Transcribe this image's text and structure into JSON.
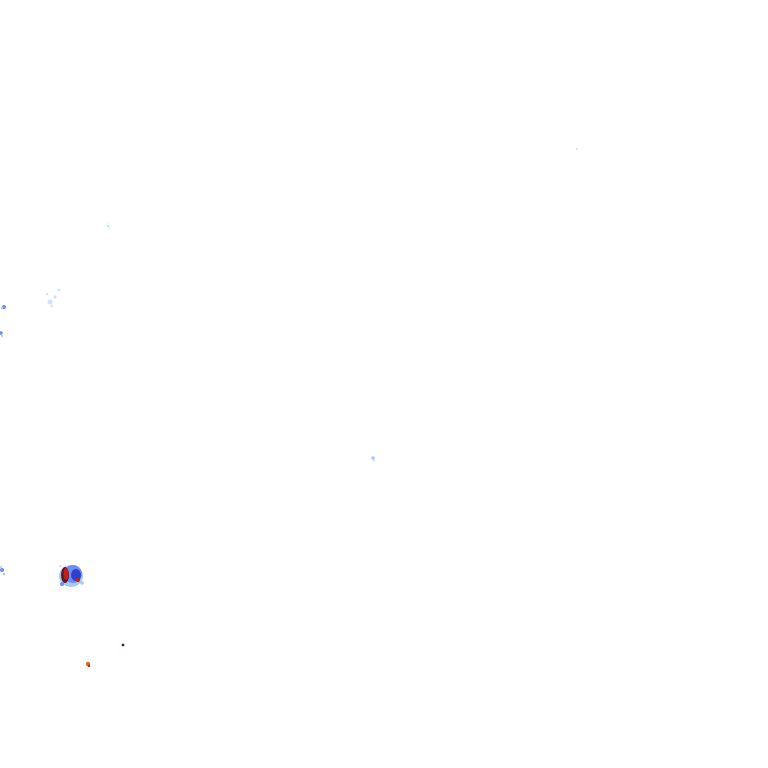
{
  "legend_colors": {
    "very_light": "#cfe3f7",
    "light": "#a9c9f2",
    "moderate": "#6f8ff0",
    "heavy_blue": "#2f3fd0",
    "deep": "#5a1a2a",
    "heavy_red": "#c0201a",
    "orange": "#e06a1a"
  },
  "echoes": [
    {
      "level": "light"
    },
    {
      "level": "very_light"
    },
    {
      "level": "light"
    },
    {
      "level": "moderate"
    },
    {
      "level": "moderate"
    },
    {
      "level": "light"
    },
    {
      "level": "moderate"
    },
    {
      "level": "heavy"
    },
    {
      "level": "very_light"
    },
    {
      "level": "orange"
    },
    {
      "level": "deep"
    },
    {
      "level": "very_light"
    }
  ]
}
